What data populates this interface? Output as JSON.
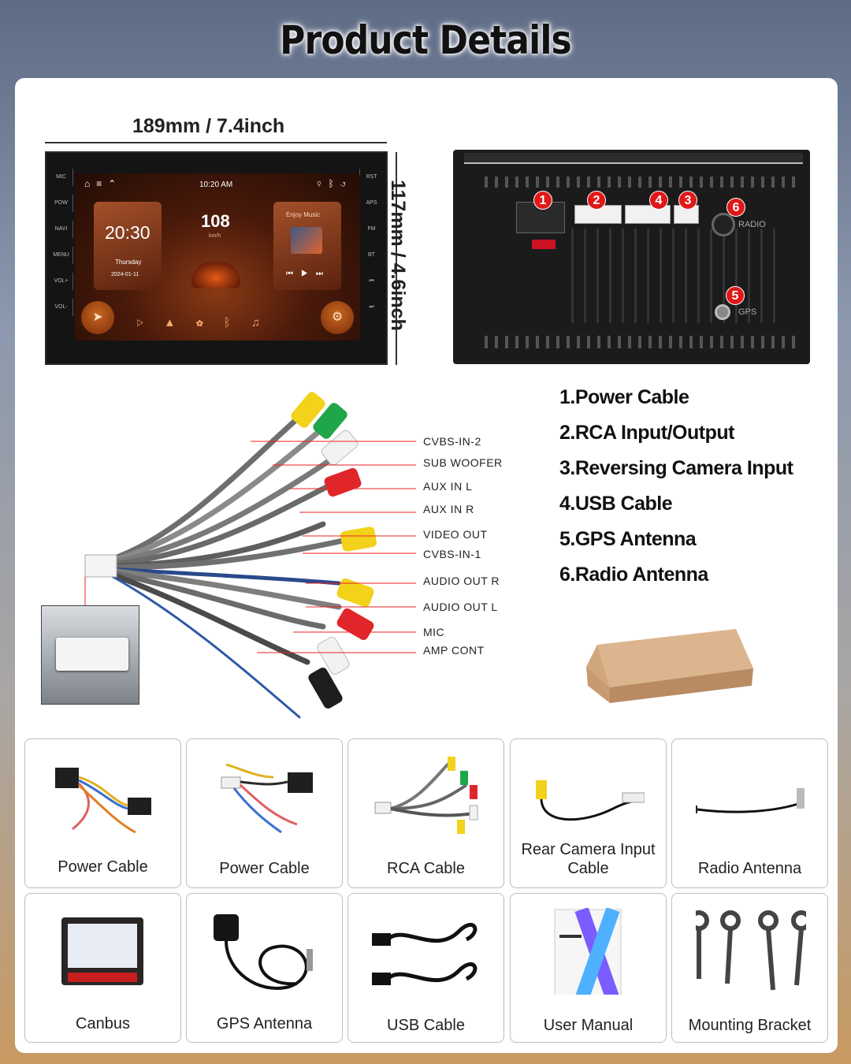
{
  "title": "Product Details",
  "dimensions": {
    "width": "189mm / 7.4inch",
    "height": "117mm / 4.6inch"
  },
  "head_unit": {
    "side_buttons_left": [
      "MIC",
      "POW",
      "NAVI",
      "MENU",
      "VOL+",
      "VOL-"
    ],
    "side_buttons_right": [
      "RST",
      "APS",
      "FM",
      "BT",
      "⏮",
      "⏭"
    ],
    "status_time": "10:20 AM",
    "clock_time": "20:30",
    "clock_day": "Thursday",
    "clock_date": "2024-01-11",
    "speed": "108",
    "speed_unit": "km/h",
    "music_title": "Enjoy Music"
  },
  "rear_unit": {
    "radio_label": "RADIO",
    "gps_label": "GPS",
    "ports": [
      "1",
      "2",
      "4",
      "3",
      "6",
      "5"
    ]
  },
  "cable_labels": [
    "CVBS-IN-2",
    "SUB WOOFER",
    "AUX IN L",
    "AUX IN R",
    "VIDEO OUT",
    "CVBS-IN-1",
    "AUDIO OUT R",
    "AUDIO OUT L",
    "MIC",
    "AMP CONT"
  ],
  "features": [
    "1.Power Cable",
    "2.RCA Input/Output",
    "3.Reversing Camera Input",
    "4.USB Cable",
    "5.GPS Antenna",
    "6.Radio Antenna"
  ],
  "accessories": [
    {
      "label": "Power Cable"
    },
    {
      "label": "Power Cable"
    },
    {
      "label": "RCA Cable"
    },
    {
      "label": "Rear Camera Input Cable"
    },
    {
      "label": "Radio Antenna"
    },
    {
      "label": "Canbus"
    },
    {
      "label": "GPS Antenna"
    },
    {
      "label": "USB Cable"
    },
    {
      "label": "User Manual"
    },
    {
      "label": "Mounting Bracket"
    }
  ],
  "colors": {
    "badge": "#e01818",
    "rca_yellow": "#f2d21a",
    "rca_red": "#e0262a",
    "rca_white": "#f2f2f2",
    "rca_green": "#1fa64a"
  }
}
